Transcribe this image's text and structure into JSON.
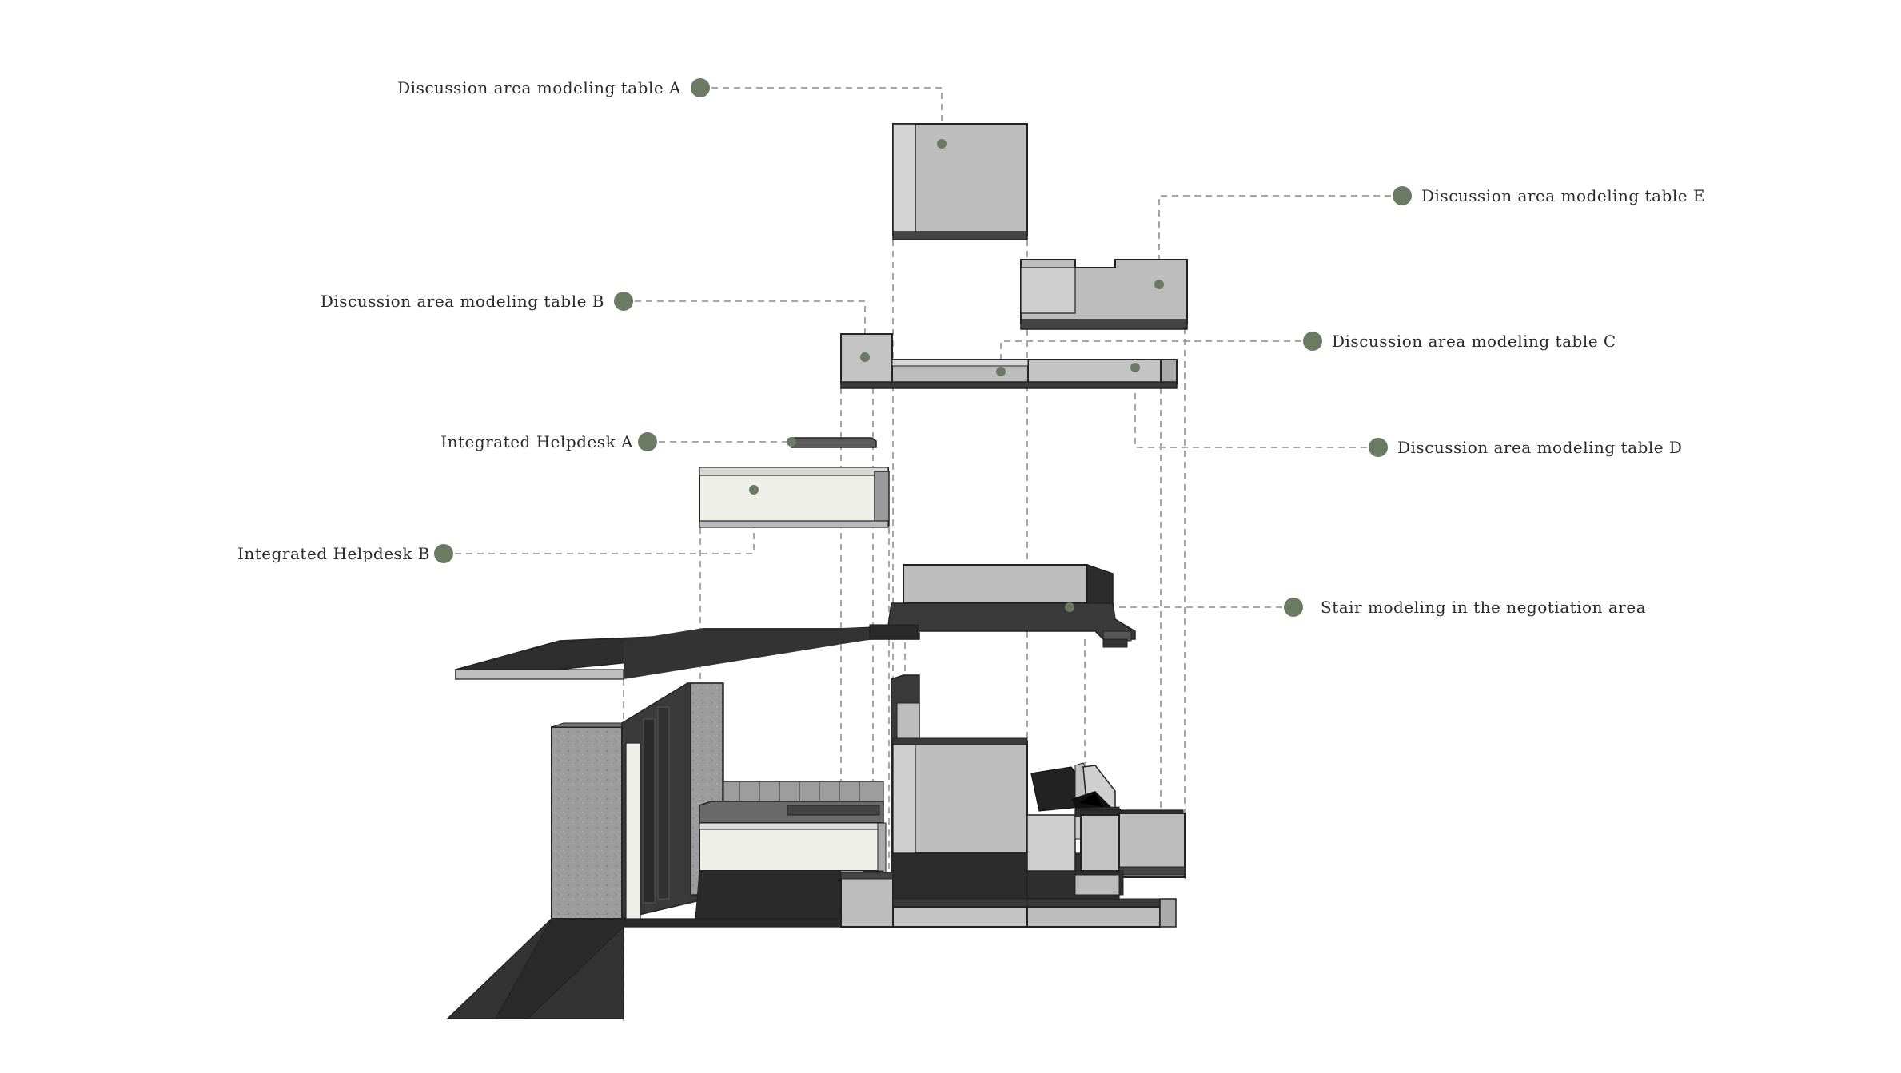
{
  "diagram": {
    "labels": {
      "table_a": "Discussion area modeling table A",
      "table_b": "Discussion area modeling table B",
      "table_c": "Discussion area modeling table C",
      "table_d": "Discussion area modeling table D",
      "table_e": "Discussion area modeling table E",
      "helpdesk_a": "Integrated Helpdesk A",
      "helpdesk_b": "Integrated Helpdesk B",
      "stair": "Stair modeling in the negotiation area"
    },
    "colors": {
      "marker": "#6b7a62",
      "leader": "#a8a8a8",
      "dark_slab": "#3a3a3a",
      "mid_gray": "#bdbdbd",
      "light_panel": "#efefea",
      "concrete": "#9a9a9a"
    }
  }
}
